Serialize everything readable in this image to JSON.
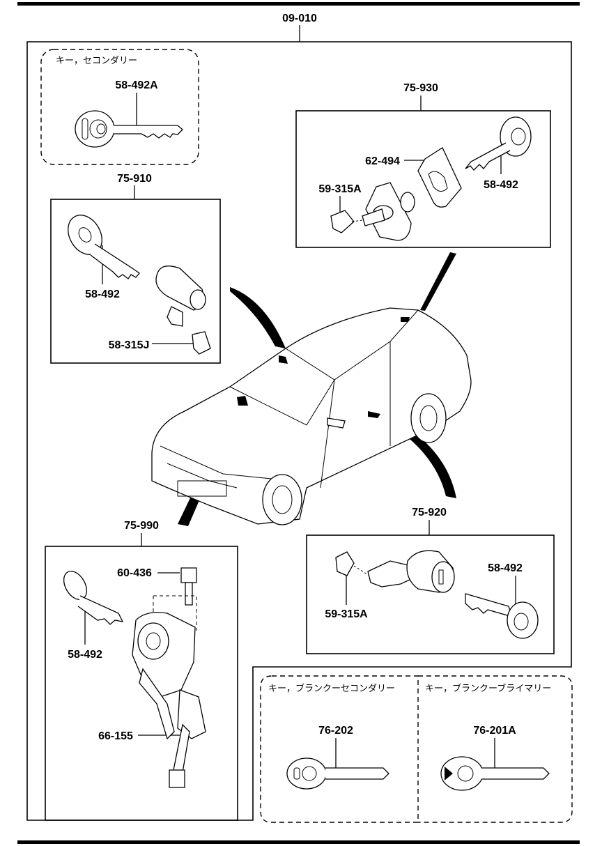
{
  "diagram": {
    "main_part": "09-010",
    "groups": {
      "key_secondary": {
        "title": "キー，セコンダリー",
        "part": "58-492A"
      },
      "g75930": {
        "assembly": "75-930",
        "parts": [
          "62-494",
          "59-315A",
          "58-492"
        ]
      },
      "g75910": {
        "assembly": "75-910",
        "parts": [
          "58-492",
          "58-315J"
        ]
      },
      "g75990": {
        "assembly": "75-990",
        "parts": [
          "60-436",
          "58-492",
          "66-155"
        ]
      },
      "g75920": {
        "assembly": "75-920",
        "parts": [
          "58-492",
          "59-315A"
        ]
      },
      "blank_secondary": {
        "title": "キー，ブランクーセコンダリー",
        "part": "76-202"
      },
      "blank_primary": {
        "title": "キー，ブランクーブライマリー",
        "part": "76-201A"
      }
    }
  }
}
